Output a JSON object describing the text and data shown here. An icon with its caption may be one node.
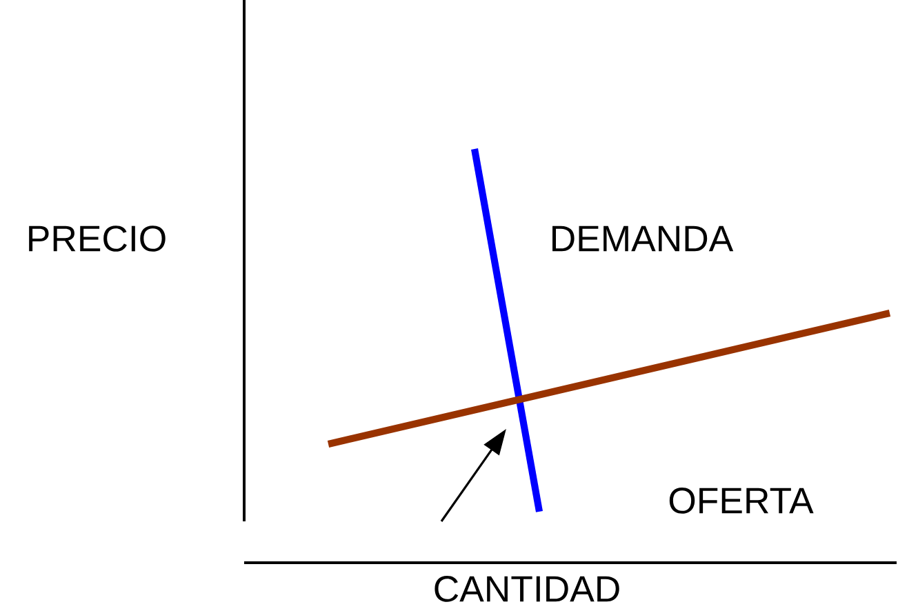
{
  "diagram": {
    "labels": [
      "PRECIO",
      "DEMANDA",
      "OFERTA",
      "CANTIDAD"
    ]
  }
}
